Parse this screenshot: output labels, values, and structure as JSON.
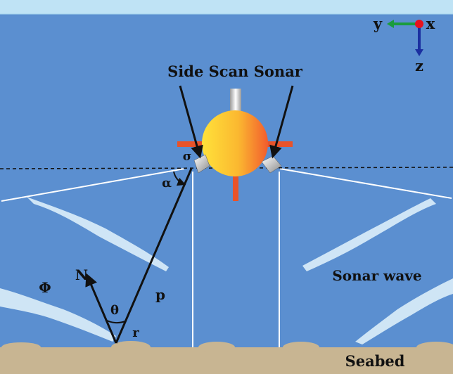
{
  "labels": {
    "title": "Side Scan Sonar",
    "sonar_wave": "Sonar wave",
    "seabed": "Seabed",
    "normal": "N",
    "theta": "θ",
    "phi": "Φ",
    "p": "p",
    "r": "r",
    "alpha": "α",
    "sigma": "σ"
  },
  "axes": {
    "y": "y",
    "x": "x",
    "z": "z"
  },
  "colors": {
    "water": "#5b8fd0",
    "surface": "#bfe3f5",
    "seabed": "#c8b592",
    "wave": "#d6eaf8",
    "fins": "#e8532a",
    "sphere_light": "#ffe23a",
    "sphere_dark": "#f4632b",
    "axis_y_arrow": "#1a9c3c",
    "axis_z_arrow": "#1b2fa0",
    "axis_origin": "#e8111d"
  }
}
